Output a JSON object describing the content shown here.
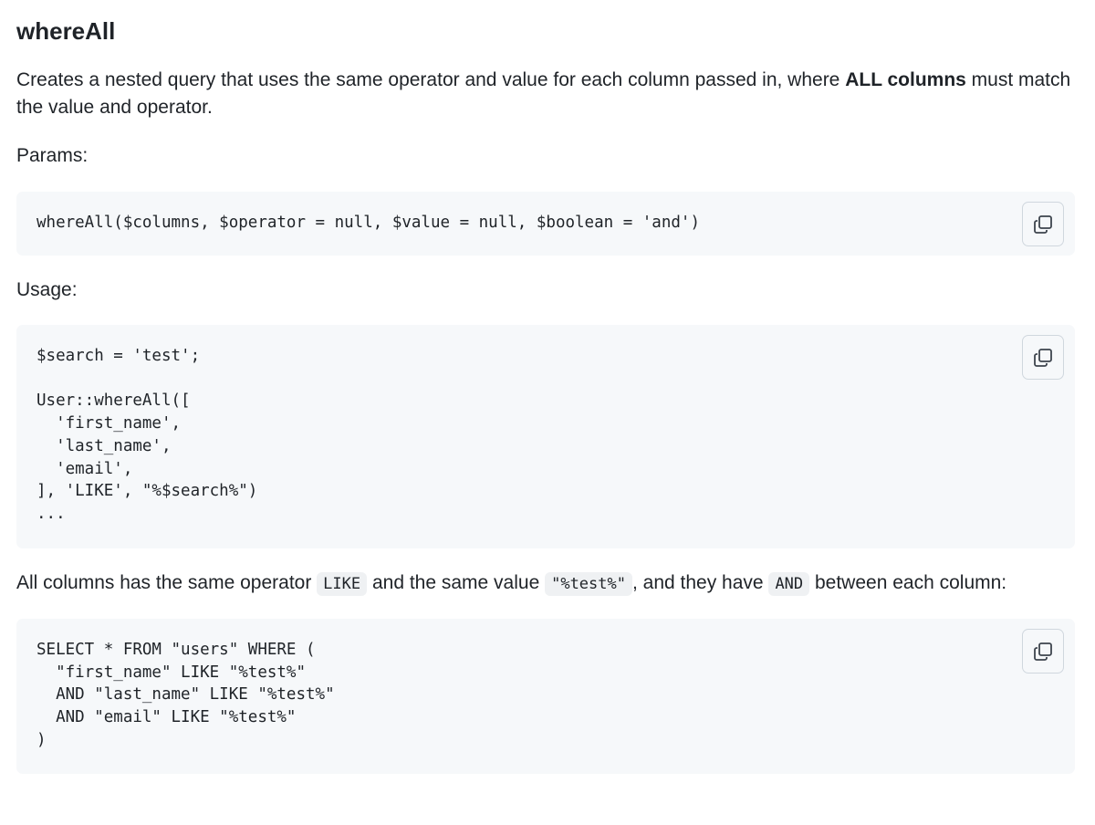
{
  "heading": "whereAll",
  "description": {
    "before": "Creates a nested query that uses the same operator and value for each column passed in, where ",
    "bold": "ALL columns",
    "after": " must match the value and operator."
  },
  "params_label": "Params:",
  "params_code": "whereAll($columns, $operator = null, $value = null, $boolean = 'and')",
  "usage_label": "Usage:",
  "usage_code": "$search = 'test';\n\nUser::whereAll([\n  'first_name',\n  'last_name',\n  'email',\n], 'LIKE', \"%$search%\")\n...",
  "explanation": {
    "part1": "All columns has the same operator ",
    "code1": "LIKE",
    "part2": " and the same value ",
    "code2": "\"%test%\"",
    "part3": ", and they have ",
    "code3": "AND",
    "part4": " between each column:"
  },
  "sql_code": "SELECT * FROM \"users\" WHERE (\n  \"first_name\" LIKE \"%test%\"\n  AND \"last_name\" LIKE \"%test%\"\n  AND \"email\" LIKE \"%test%\"\n)",
  "icons": {
    "copy": "copy-icon"
  },
  "colors": {
    "code_background": "#f6f8fa",
    "text": "#1f2328",
    "button_border": "#d0d7de"
  }
}
